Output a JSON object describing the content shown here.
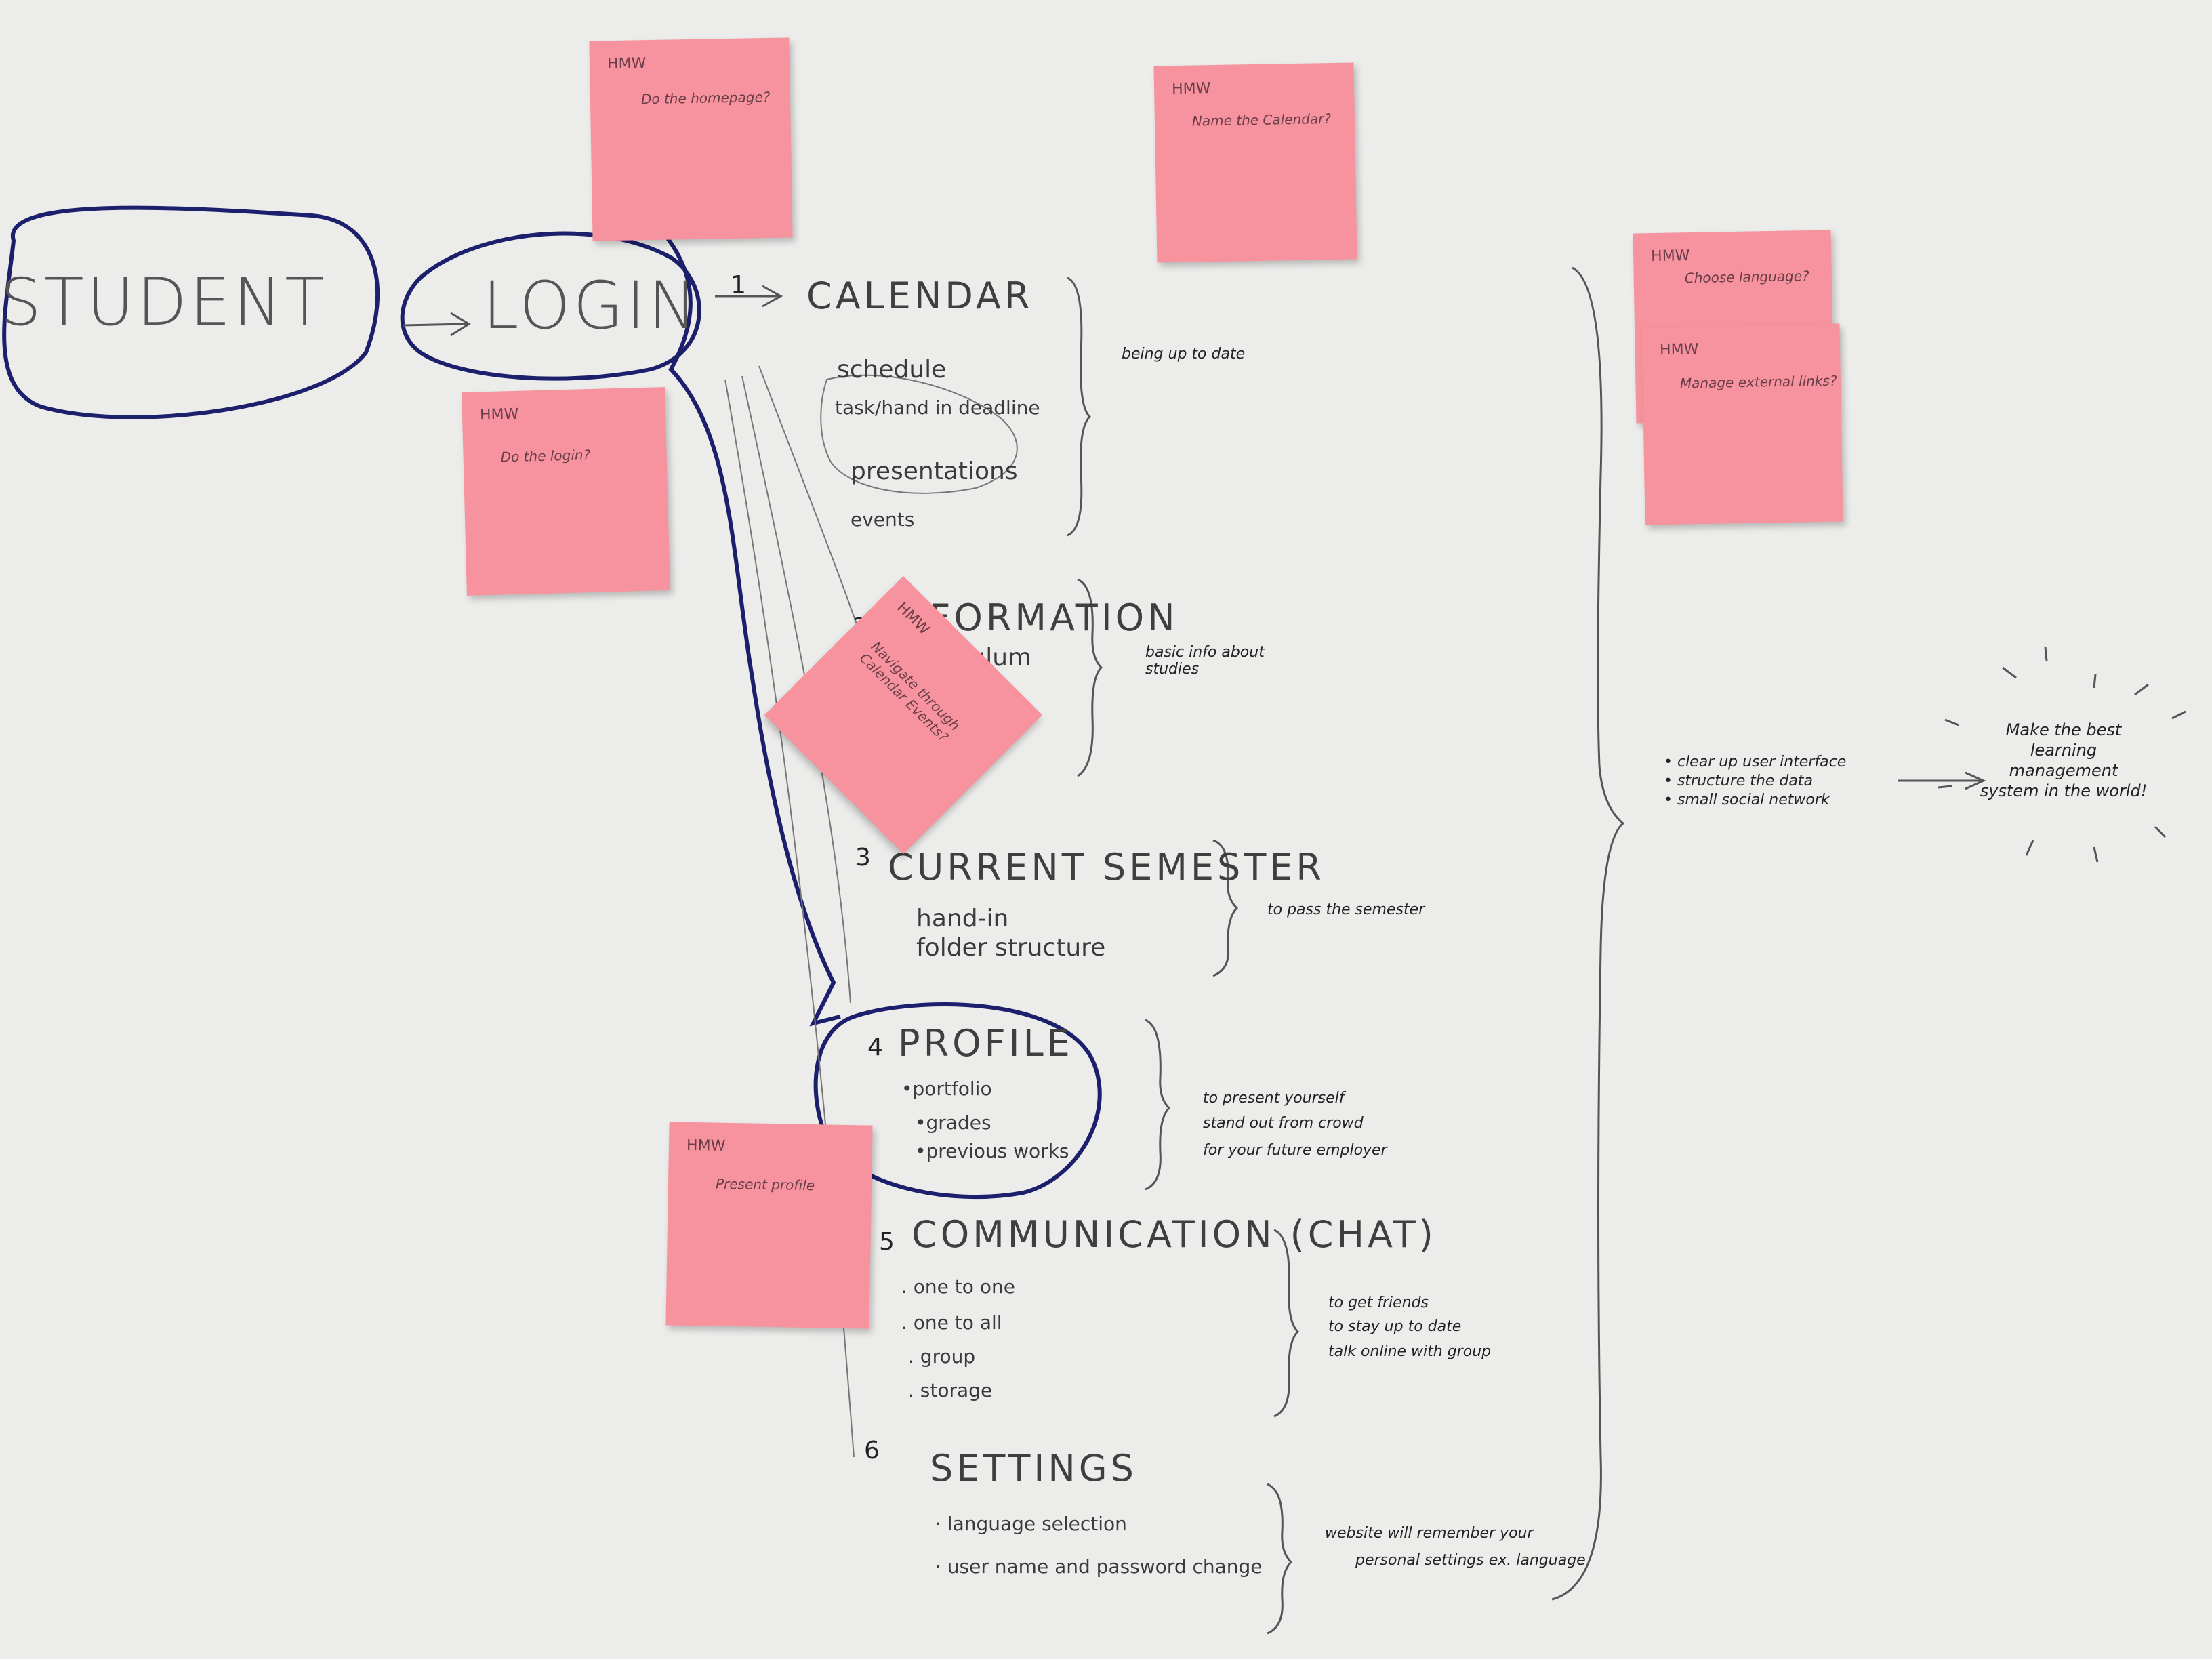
{
  "actor": "STUDENT",
  "entry": "LOGIN",
  "sections": [
    {
      "number": "1",
      "title": "CALENDAR",
      "items": [
        "schedule",
        "task/hand in deadline",
        "presentations",
        "events"
      ],
      "note": "being up to date"
    },
    {
      "number": "2",
      "title": "INFORMATION",
      "items": [
        "curriculum"
      ],
      "note": "basic info about studies"
    },
    {
      "number": "3",
      "title": "CURRENT SEMESTER",
      "items": [
        "hand-in",
        "folder structure"
      ],
      "note": "to pass the semester"
    },
    {
      "number": "4",
      "title": "PROFILE",
      "items": [
        "•portfolio",
        "•grades",
        "•previous works"
      ],
      "note_lines": [
        "to present yourself",
        "stand out from crowd",
        "for your future employer"
      ]
    },
    {
      "number": "5",
      "title": "COMMUNICATION (CHAT)",
      "items": [
        ". one to one",
        ". one to all",
        ". group",
        ". storage"
      ],
      "note_lines": [
        "to get friends",
        "to stay up to date",
        "talk online with group"
      ]
    },
    {
      "number": "6",
      "title": "SETTINGS",
      "items": [
        "· language selection",
        "· user name and password change"
      ],
      "note_lines": [
        "website will remember your",
        "personal settings ex. language"
      ]
    }
  ],
  "summary": [
    "• clear up user interface",
    "• structure the data",
    "• small social network"
  ],
  "goal": "Make the best learning management system in the world!",
  "stickies": [
    {
      "id": "homepage",
      "tag": "HMW",
      "text": "Do the homepage?"
    },
    {
      "id": "calendar",
      "tag": "HMW",
      "text": "Name the Calendar?"
    },
    {
      "id": "login",
      "tag": "HMW",
      "text": "Do the login?"
    },
    {
      "id": "language",
      "tag": "HMW",
      "text": "Choose language?"
    },
    {
      "id": "links",
      "tag": "HMW",
      "text": "Manage external links?"
    },
    {
      "id": "navigate",
      "tag": "HMW",
      "text": "Navigate through Calendar Events?"
    },
    {
      "id": "profile",
      "tag": "HMW",
      "text": "Present profile"
    }
  ],
  "colors": {
    "ink": "#1c1f6b",
    "pencil": "#555555",
    "sticky": "#f7939e",
    "paper": "#ecedeb"
  }
}
